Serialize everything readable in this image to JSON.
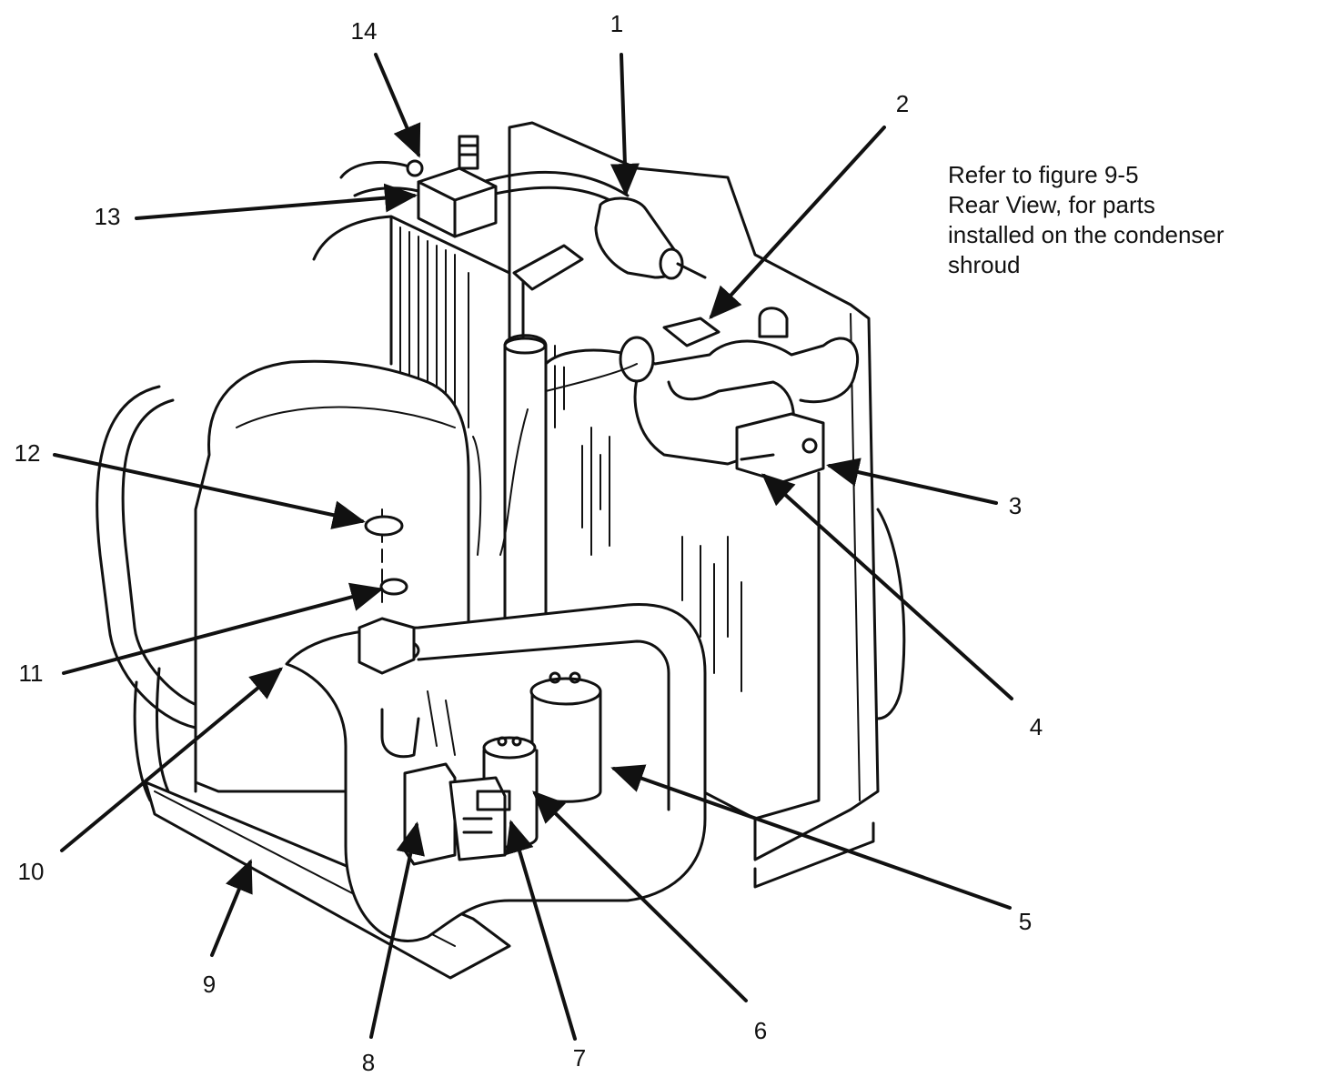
{
  "callouts": {
    "c1": "1",
    "c2": "2",
    "c3": "3",
    "c4": "4",
    "c5": "5",
    "c6": "6",
    "c7": "7",
    "c8": "8",
    "c9": "9",
    "c10": "10",
    "c11": "11",
    "c12": "12",
    "c13": "13",
    "c14": "14"
  },
  "note": {
    "lines": [
      "Refer to figure 9-5",
      "Rear View, for parts",
      "installed on the condenser",
      "shroud"
    ]
  },
  "colors": {
    "ink": "#111111",
    "fill": "#ffffff"
  }
}
